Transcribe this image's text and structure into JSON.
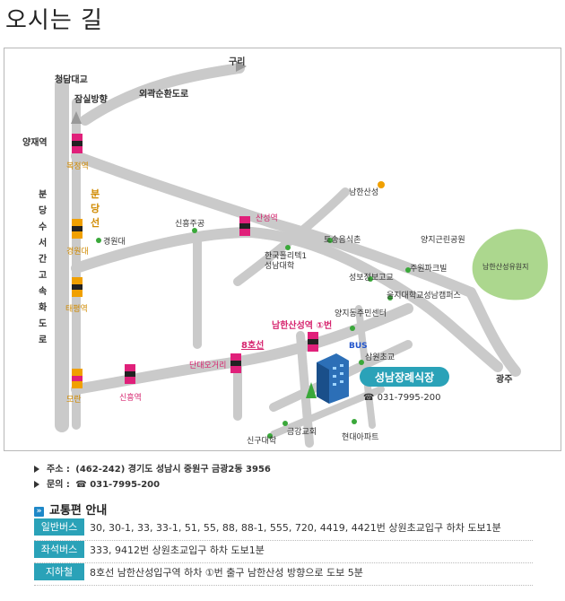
{
  "page": {
    "title": "오시는 길"
  },
  "map": {
    "labels": {
      "guri": "구리",
      "cheongdam": "청담대교",
      "jamsil": "잠실방향",
      "oegwak": "외곽순환도로",
      "yangjae": "양재역",
      "bokjeong": "복정역",
      "bundang_line": [
        "분",
        "당",
        "선"
      ],
      "expressway": [
        "분",
        "당",
        "수",
        "서",
        "간",
        "고",
        "속",
        "화",
        "도",
        "로"
      ],
      "namhansanseong": "남한산성",
      "sinheung_jugong": "신흥주공",
      "sanseong_stn": "산성역",
      "tosong": "토송음식촌",
      "yangji_park": "양지근린공원",
      "gyeongwon_stn": "경원대",
      "gyeongwon_univ": "경원대",
      "kpoly": "한국폴리텍1",
      "seongnam_univ": "성남대학",
      "jugwon_park": "주원파크빌",
      "park_area": "남한산성유원지",
      "sungbo": "성보정보고교",
      "eulji": "을지대학교성남캠퍼스",
      "taepyeong": "태평역",
      "yangjidong": "양지동주민센터",
      "namhan_stn": "남한산성역 ①번",
      "line8": "8호선",
      "bus": "BUS",
      "samwon": "삼원초교",
      "dandae": "단대오거리",
      "hall_name": "성남장례식장",
      "hall_phone": "☎ 031-7995-200",
      "gwangju": "광주",
      "moran": "모란",
      "sinheung_stn": "신흥역",
      "geumgwang": "금강교회",
      "hyundai": "현대아파트",
      "singu": "신구대학"
    }
  },
  "info": {
    "address_label": "주소 :",
    "address_value": "(462-242)  경기도 성남시 중원구 금광2동 3956",
    "phone_label": "문의 :",
    "phone_value": "☎ 031-7995-200"
  },
  "transport": {
    "icon": "»",
    "title": "교통편 안내",
    "rows": [
      {
        "tag": "일반버스",
        "text": "30, 30-1, 33, 33-1, 51, 55, 88, 88-1, 555, 720, 4419, 4421번 상원초교입구 하차 도보1분"
      },
      {
        "tag": "좌석버스",
        "text": "333, 9412번 상원초교입구 하차 도보1분"
      },
      {
        "tag": "지하철",
        "text": "8호선 남한산성입구역 하차 ①번 출구 남한산성 방향으로 도보 5분"
      }
    ]
  },
  "colors": {
    "road": "#c9c9c9",
    "accent": "#2aa2b8",
    "station_pink": "#e0207a",
    "station_orange": "#f0a000",
    "label_pink": "#d6246e",
    "label_orange": "#d08a00",
    "park": "#9ed07a"
  }
}
